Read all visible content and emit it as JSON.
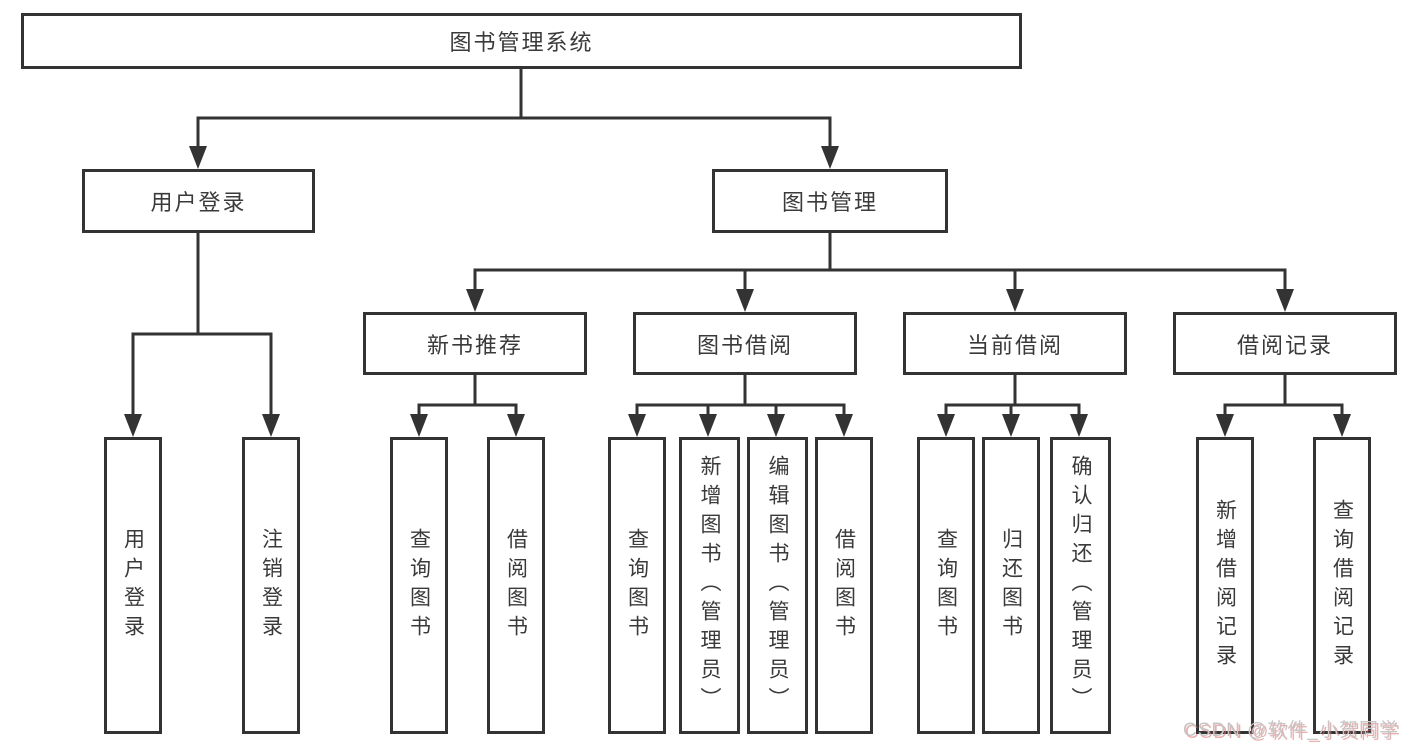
{
  "diagram": {
    "title": "图书管理系统",
    "watermark": "CSDN @软件_小贺同学",
    "colors": {
      "line": "#333333",
      "box_border": "#333333",
      "box_fill": "#ffffff",
      "text": "#3a3a3a",
      "watermark_gray": "#c6c6c6",
      "watermark_red": "#d86e6e"
    },
    "tree": {
      "label": "图书管理系统",
      "children": [
        {
          "label": "用户登录",
          "children": [
            {
              "label": "用户登录"
            },
            {
              "label": "注销登录"
            }
          ]
        },
        {
          "label": "图书管理",
          "children": [
            {
              "label": "新书推荐",
              "children": [
                {
                  "label": "查询图书"
                },
                {
                  "label": "借阅图书"
                }
              ]
            },
            {
              "label": "图书借阅",
              "children": [
                {
                  "label": "查询图书"
                },
                {
                  "label": "新增图书（管理员）"
                },
                {
                  "label": "编辑图书（管理员）"
                },
                {
                  "label": "借阅图书"
                }
              ]
            },
            {
              "label": "当前借阅",
              "children": [
                {
                  "label": "查询图书"
                },
                {
                  "label": "归还图书"
                },
                {
                  "label": "确认归还（管理员）"
                }
              ]
            },
            {
              "label": "借阅记录",
              "children": [
                {
                  "label": "新增借阅记录"
                },
                {
                  "label": "查询借阅记录"
                }
              ]
            }
          ]
        }
      ]
    }
  }
}
